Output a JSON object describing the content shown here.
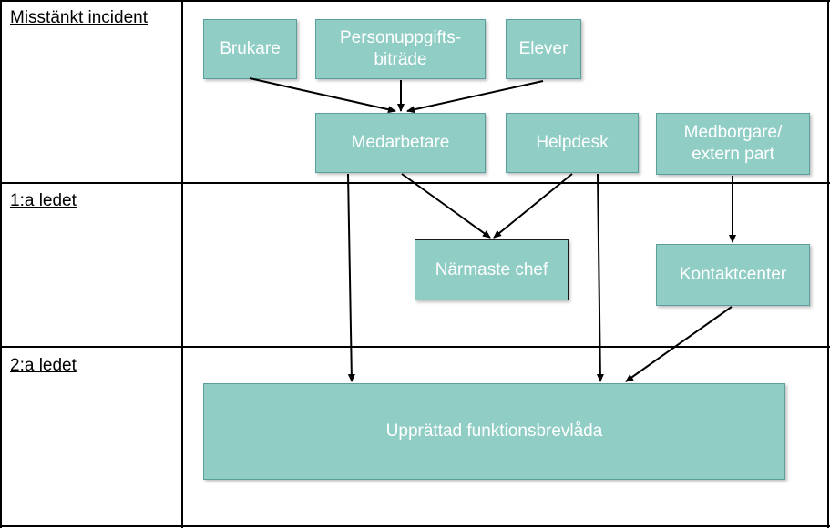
{
  "lanes": {
    "lane1": "Misstänkt incident",
    "lane2": "1:a ledet",
    "lane3": "2:a ledet"
  },
  "nodes": {
    "brukare": "Brukare",
    "personuppgiftsbitrade": "Personuppgifts-\nbiträde",
    "elever": "Elever",
    "medarbetare": "Medarbetare",
    "helpdesk": "Helpdesk",
    "medborgare": "Medborgare/\nextern part",
    "narmaste_chef": "Närmaste chef",
    "kontaktcenter": "Kontaktcenter",
    "funktionsbrevlada": "Upprättad funktionsbrevlåda"
  },
  "colors": {
    "node_fill": "#90cdc5",
    "node_border": "#5a9f9a",
    "node_text": "#ffffff",
    "lines": "#000000"
  },
  "edges": [
    {
      "from": "Brukare",
      "to": "Medarbetare"
    },
    {
      "from": "Personuppgifts-biträde",
      "to": "Medarbetare"
    },
    {
      "from": "Elever",
      "to": "Medarbetare"
    },
    {
      "from": "Medarbetare",
      "to": "Närmaste chef"
    },
    {
      "from": "Helpdesk",
      "to": "Närmaste chef"
    },
    {
      "from": "Medborgare/extern part",
      "to": "Kontaktcenter"
    },
    {
      "from": "Medarbetare",
      "to": "Upprättad funktionsbrevlåda"
    },
    {
      "from": "Helpdesk",
      "to": "Upprättad funktionsbrevlåda"
    },
    {
      "from": "Kontaktcenter",
      "to": "Upprättad funktionsbrevlåda"
    }
  ]
}
